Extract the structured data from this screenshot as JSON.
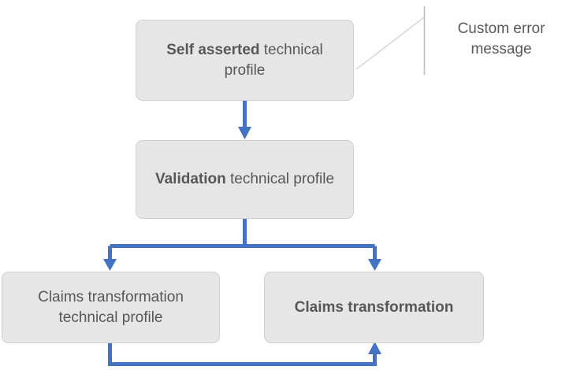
{
  "diagram": {
    "type": "flowchart",
    "nodes": [
      {
        "id": "self-asserted",
        "bold_text": "Self asserted",
        "regular_text": " technical profile",
        "full_text": "Self asserted technical profile"
      },
      {
        "id": "validation",
        "bold_text": "Validation",
        "regular_text": " technical profile",
        "full_text": "Validation technical profile"
      },
      {
        "id": "claims-transformation-technical-profile",
        "bold_text": "",
        "regular_text": "Claims transformation technical profile",
        "full_text": "Claims transformation technical profile"
      },
      {
        "id": "claims-transformation",
        "bold_text": "Claims transformation",
        "regular_text": "",
        "full_text": "Claims transformation"
      }
    ],
    "annotation": {
      "label": "Custom error message"
    },
    "colors": {
      "box_fill": "#e7e6e6",
      "box_border": "#d0cece",
      "text": "#575757",
      "arrow": "#4472c4",
      "callout_line": "#bfbfbf",
      "annotation_text": "#595959",
      "background": "#ffffff"
    }
  }
}
